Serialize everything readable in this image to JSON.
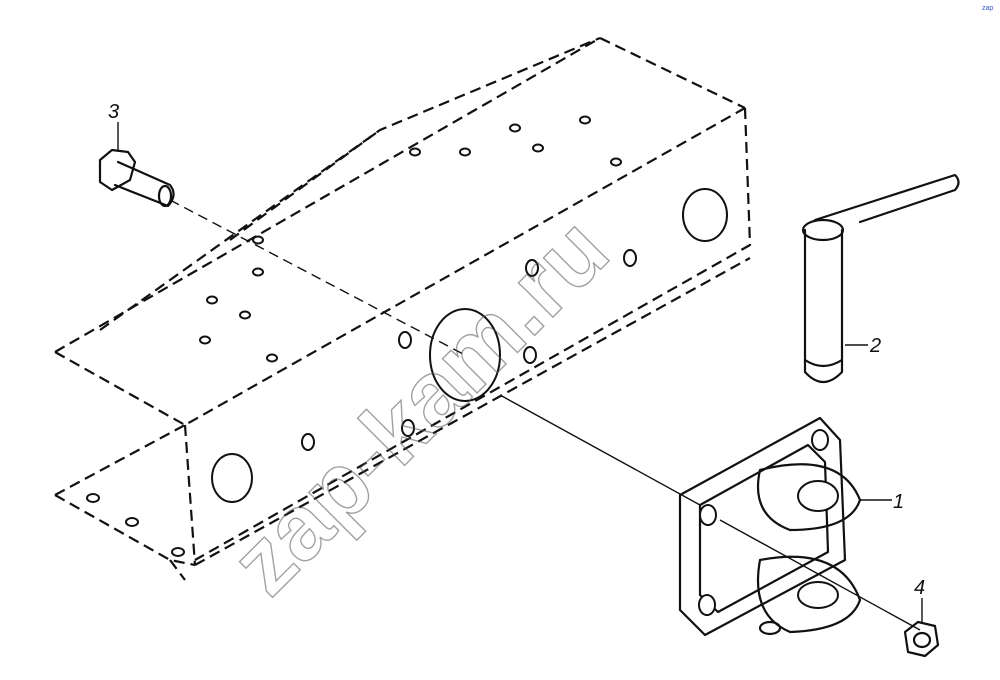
{
  "diagram": {
    "callouts": [
      {
        "id": "1"
      },
      {
        "id": "2"
      },
      {
        "id": "3"
      },
      {
        "id": "4"
      }
    ],
    "watermark": "zap-kam.ru",
    "corner_mark": "zap"
  }
}
